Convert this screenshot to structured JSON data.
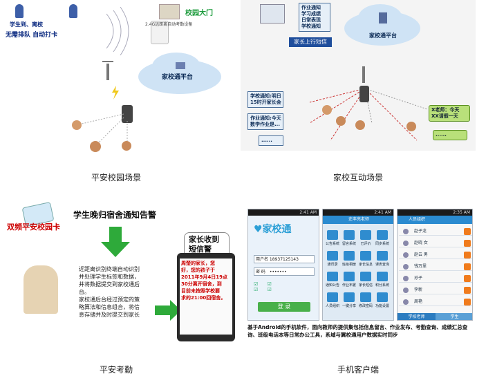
{
  "panels": {
    "safe_campus": {
      "caption": "平安校园场景",
      "top_text_line1": "学生到、离校",
      "top_text_line2": "无需排队 自动打卡",
      "device_label": "2.4G远距离自动考勤设备",
      "gate_label": "校园大门",
      "platform_label": "家校通平台"
    },
    "home_school": {
      "caption": "家校互动场景",
      "notice_types": "作业通知\n学习成绩\n日常表现\n学校通知",
      "platform_label": "家校通平台",
      "parent_sms": "家长上行短信",
      "notice1": "学校通知:明日\n15时开家长会",
      "notice2": "作业通知:今天\n数学作业是...",
      "notice3": "......",
      "reply": "X老师：今天\nXX请假一天",
      "reply2": "......"
    },
    "safe_attendance": {
      "caption": "平安考勤",
      "title": "学生晚归宿舍通知告警",
      "card_label": "双频平安校园卡",
      "parent_received": "家长收到\n短信警",
      "process_text": "近距离识别终端自动识别\n并处理学生标签和数据，\n并将数据提交到家校通后\n台。\n家校通后台经过预定的策\n略算法和信息组合，将信\n息存储并及时提交到家长",
      "sms_text": "周楚的家长，您\n好，您的孩子于\n2011年9月4日19点\n30分离开宿舍，到\n目前未按照学校要\n求的21:00回宿舍。"
    },
    "mobile_client": {
      "caption": "手机客户端",
      "time1": "2:41 AM",
      "time2": "2:41 AM",
      "time3": "2:35 AM",
      "logo": "家校通",
      "username_label": "用户名",
      "username_value": "18937125143",
      "password_label": "密  码",
      "password_value": "•••••••",
      "login_button": "登  录",
      "teacher_header": "史丰亮老师",
      "grid_items": [
        "公告系统",
        "留言系统",
        "已评价",
        "同步系统",
        "通讯录",
        "班级相册",
        "家长信息",
        "课表查询",
        "通知公告",
        "作业布置",
        "家长短信",
        "积分系统",
        "人员组织",
        "一键分享",
        "修改密码",
        "功能设置"
      ],
      "contacts_header": "人员组织",
      "contacts": [
        "赵子龙",
        "赵晓 女",
        "赵云 男",
        "钱万里",
        "孙子",
        "李新",
        "周艳"
      ],
      "tab_teacher": "学校老师",
      "tab_student": "学生",
      "description": "基于Android的手机软件，面向教师的提供集包括信息留言、作业发布、考勤查询、成绩汇总查询、班级电话本等日常办公工具，系域与翼校通用户数据实时同步"
    }
  }
}
